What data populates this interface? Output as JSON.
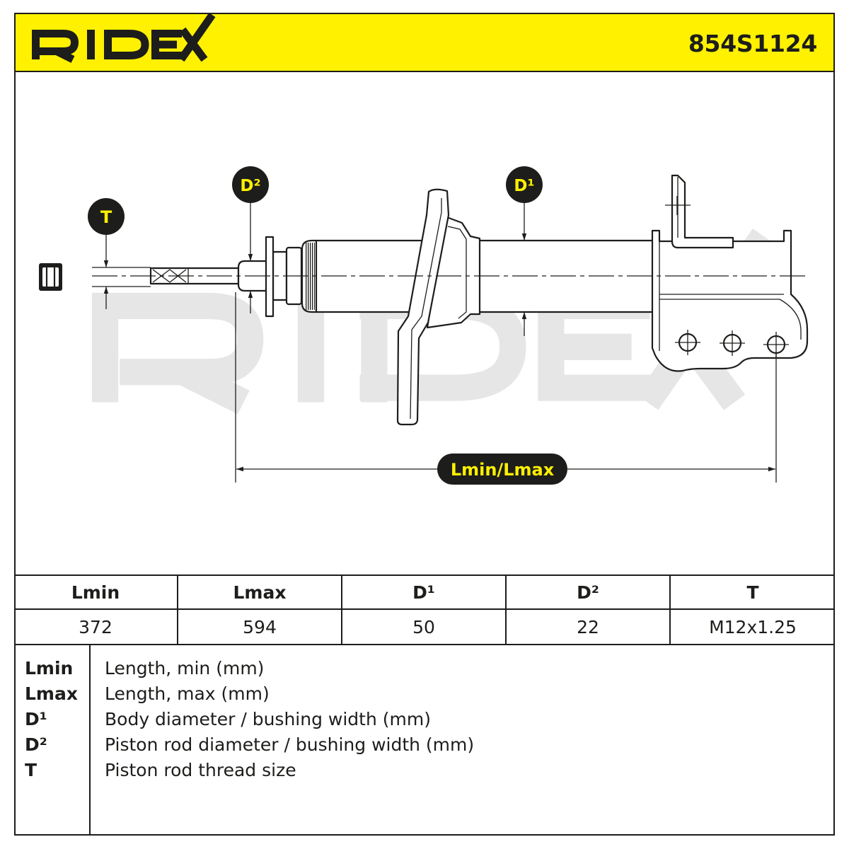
{
  "header": {
    "brand": "RIDEX",
    "part_number": "854S1124"
  },
  "drawing": {
    "labels": {
      "T": "T",
      "D2": "D²",
      "D1": "D¹",
      "length": "Lmin/Lmax"
    }
  },
  "specs": {
    "columns": [
      "Lmin",
      "Lmax",
      "D¹",
      "D²",
      "T"
    ],
    "values": [
      372,
      594,
      50,
      22,
      "M12x1.25"
    ]
  },
  "legend": [
    {
      "key": "Lmin",
      "description": "Length, min (mm)"
    },
    {
      "key": "Lmax",
      "description": "Length, max (mm)"
    },
    {
      "key": "D¹",
      "description": "Body diameter / bushing width (mm)"
    },
    {
      "key": "D²",
      "description": "Piston rod diameter / bushing width (mm)"
    },
    {
      "key": "T",
      "description": "Piston rod thread size"
    }
  ],
  "colors": {
    "accent": "#FFF100",
    "ink": "#1d1d1b",
    "watermark": "#e6e6e6"
  }
}
